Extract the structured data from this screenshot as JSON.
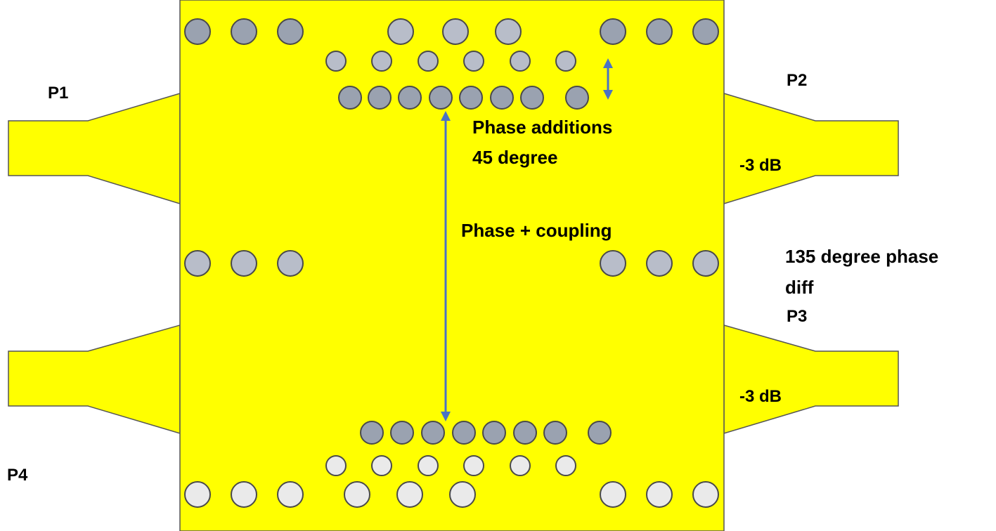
{
  "colors": {
    "substrate": "#ffff00",
    "outline": "#555555",
    "via_dark": "#9aa2b0",
    "via_mid": "#b8bdc9",
    "via_light": "#eaeaea",
    "arrow": "#4a72c4"
  },
  "ports": {
    "p1": "P1",
    "p2": "P2",
    "p3": "P3",
    "p4": "P4"
  },
  "annotations": {
    "phase_additions_line1": "Phase additions",
    "phase_additions_line2": "45 degree",
    "phase_coupling": "Phase + coupling",
    "phase_diff_line1": "135 degree phase",
    "phase_diff_line2": "diff",
    "loss_p2": "-3 dB",
    "loss_p3": "-3 dB"
  }
}
